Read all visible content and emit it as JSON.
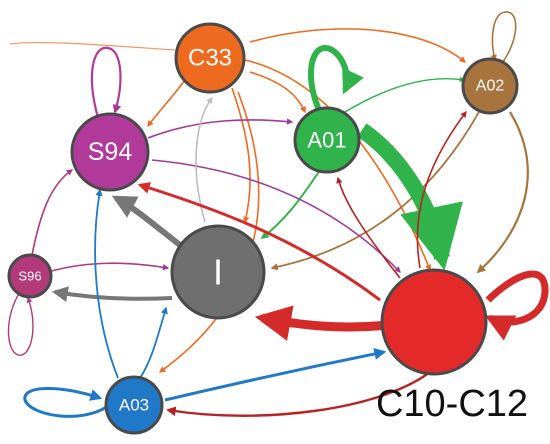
{
  "diagram": {
    "nodes": [
      {
        "id": "C33",
        "label": "C33",
        "color": "#ee6a1e"
      },
      {
        "id": "A02",
        "label": "A02",
        "color": "#a8743e"
      },
      {
        "id": "A01",
        "label": "A01",
        "color": "#2fb34a"
      },
      {
        "id": "S94",
        "label": "S94",
        "color": "#b23a9a"
      },
      {
        "id": "S96",
        "label": "S96",
        "color": "#b23a7a"
      },
      {
        "id": "I",
        "label": "I",
        "color": "#6f6f6f"
      },
      {
        "id": "A03",
        "label": "A03",
        "color": "#1f78c8"
      },
      {
        "id": "C10",
        "label": "",
        "color": "#e52a2a"
      }
    ],
    "outside_label": "C10-C12",
    "colors": {
      "outline": "#4a4a4a",
      "C33": "#ee6a1e",
      "A02": "#a8743e",
      "A01": "#2fb34a",
      "S94": "#b23a9a",
      "S96": "#b23a7a",
      "I": "#777777",
      "I_light": "#bdbdbd",
      "A03": "#1f78c8",
      "C10": "#d42a2a"
    }
  }
}
